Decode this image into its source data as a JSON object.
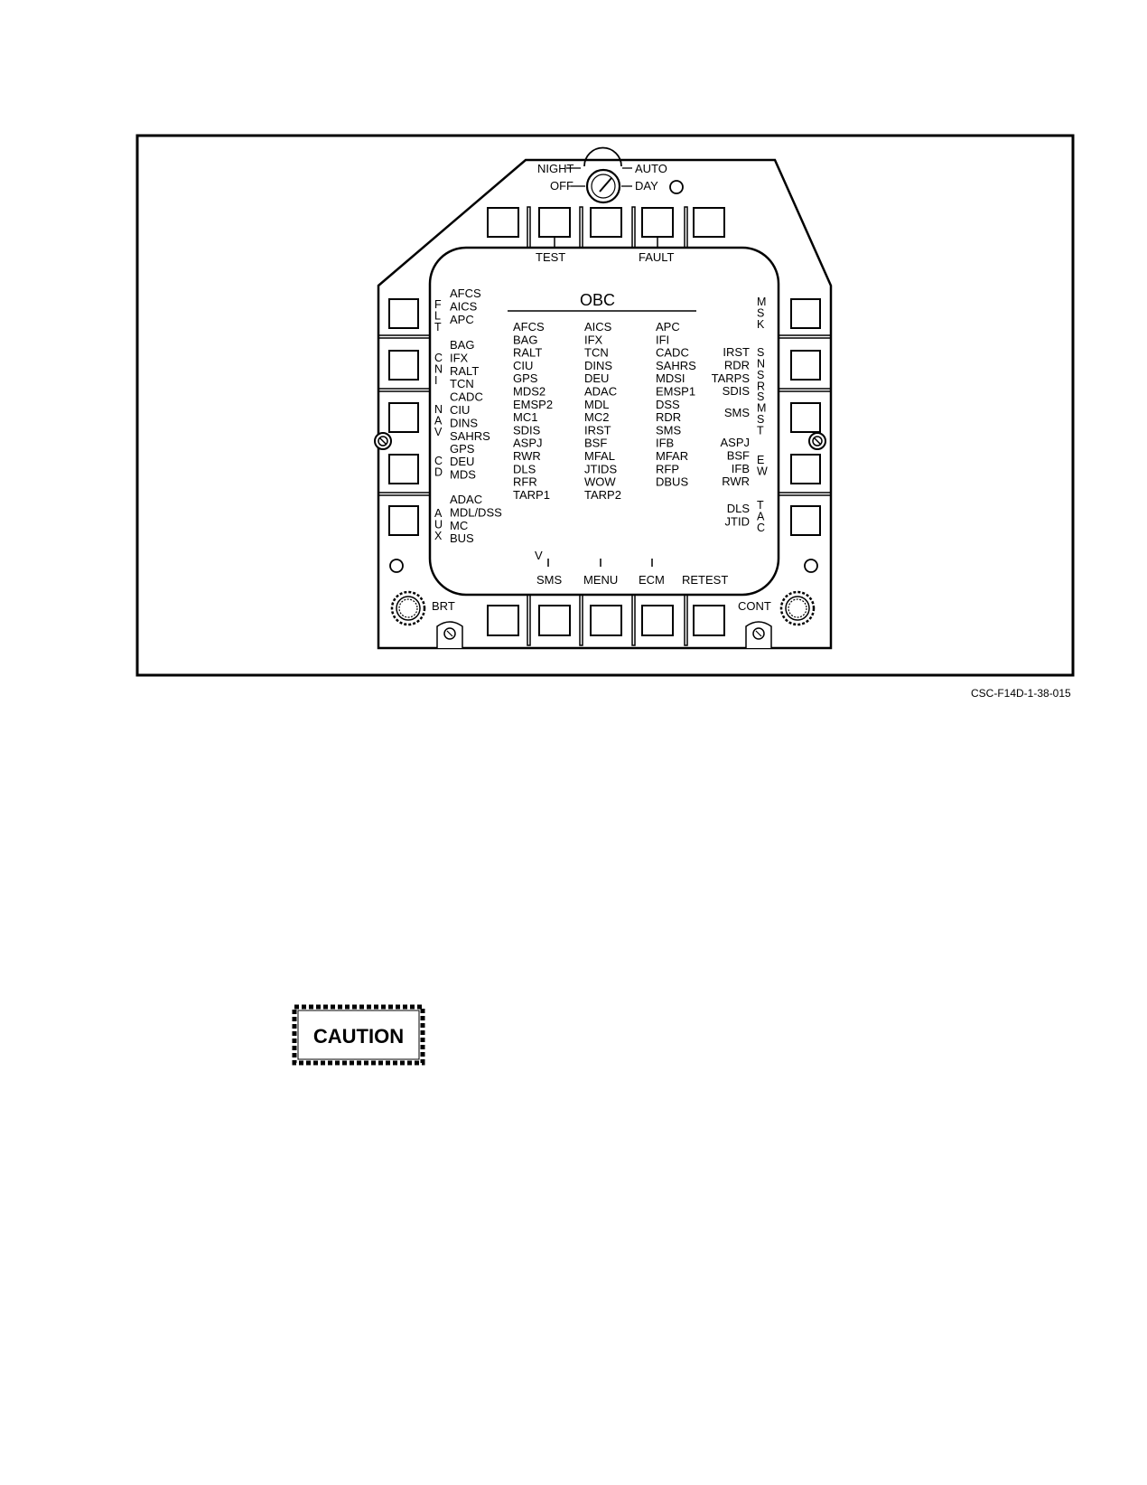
{
  "figure_id": "CSC-F14D-1-38-015",
  "caution": {
    "label": "CAUTION"
  },
  "display": {
    "title": "OBC",
    "knob": {
      "night": "NIGHT",
      "auto": "AUTO",
      "off": "OFF",
      "day": "DAY"
    },
    "top_labels": {
      "test": "TEST",
      "fault": "FAULT"
    },
    "bottom_labels": {
      "sms": "SMS",
      "menu": "MENU",
      "ecm": "ECM",
      "retest": "RETEST"
    },
    "brt": "BRT",
    "cont": "CONT",
    "cursor_mark": "V",
    "left_groups": [
      {
        "code": [
          "F",
          "L",
          "T"
        ],
        "items": [
          "AFCS",
          "AICS",
          "APC"
        ]
      },
      {
        "code": [
          "C",
          "N",
          "I"
        ],
        "items": [
          "BAG",
          "IFX",
          "RALT",
          "TCN",
          "CADC"
        ]
      },
      {
        "code": [
          "N",
          "A",
          "V"
        ],
        "items": [
          "CIU",
          "DINS",
          "SAHRS",
          "GPS"
        ]
      },
      {
        "code": [
          "C",
          "D"
        ],
        "items": [
          "DEU",
          "MDS"
        ]
      },
      {
        "code": [
          "A",
          "U",
          "X"
        ],
        "items": [
          "ADAC",
          "MDL/DSS",
          "MC",
          "BUS"
        ]
      }
    ],
    "right_groups": [
      {
        "code": [
          "M",
          "S",
          "K"
        ],
        "items": []
      },
      {
        "code": [
          "S",
          "N",
          "S",
          "R"
        ],
        "items": [
          "IRST",
          "RDR",
          "TARPS",
          "SDIS"
        ]
      },
      {
        "code": [
          "S",
          "M",
          "S",
          "T"
        ],
        "items": [
          "SMS"
        ]
      },
      {
        "code": [
          "E",
          "W"
        ],
        "items": [
          "ASPJ",
          "BSF",
          "IFB",
          "RWR"
        ]
      },
      {
        "code": [
          "T",
          "A",
          "C"
        ],
        "items": [
          "DLS",
          "JTID"
        ]
      }
    ],
    "columns": [
      [
        "AFCS",
        "BAG",
        "RALT",
        "CIU",
        "GPS",
        "MDS2",
        "EMSP2",
        "MC1",
        "SDIS",
        "ASPJ",
        "RWR",
        "DLS",
        "RFR",
        "TARP1"
      ],
      [
        "AICS",
        "IFX",
        "TCN",
        "DINS",
        "DEU",
        "ADAC",
        "MDL",
        "MC2",
        "IRST",
        "BSF",
        "MFAL",
        "JTIDS",
        "WOW",
        "TARP2"
      ],
      [
        "APC",
        "IFI",
        "CADC",
        "SAHRS",
        "MDSI",
        "EMSP1",
        "DSS",
        "RDR",
        "SMS",
        "IFB",
        "MFAR",
        "RFP",
        "DBUS"
      ]
    ]
  }
}
